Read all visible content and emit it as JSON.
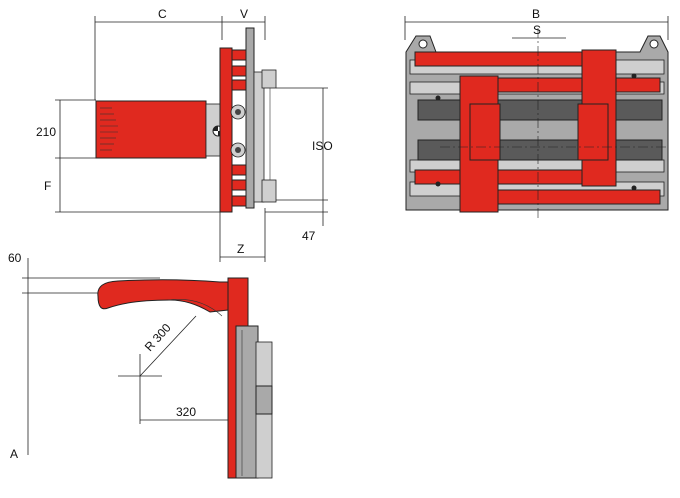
{
  "diagram": {
    "top_view_labels": {
      "c": "C",
      "v": "V",
      "dim_210": "210",
      "f": "F",
      "iso": "ISO",
      "dim_47": "47",
      "z": "Z"
    },
    "front_view_labels": {
      "b": "B",
      "s": "S"
    },
    "side_view_labels": {
      "dim_60": "60",
      "radius": "R 300",
      "dim_320": "320",
      "a": "A"
    },
    "colors": {
      "arm_red": "#e0291f",
      "frame_grey": "#a9a9a9",
      "shaft_dark_grey": "#5a5a5a"
    }
  }
}
